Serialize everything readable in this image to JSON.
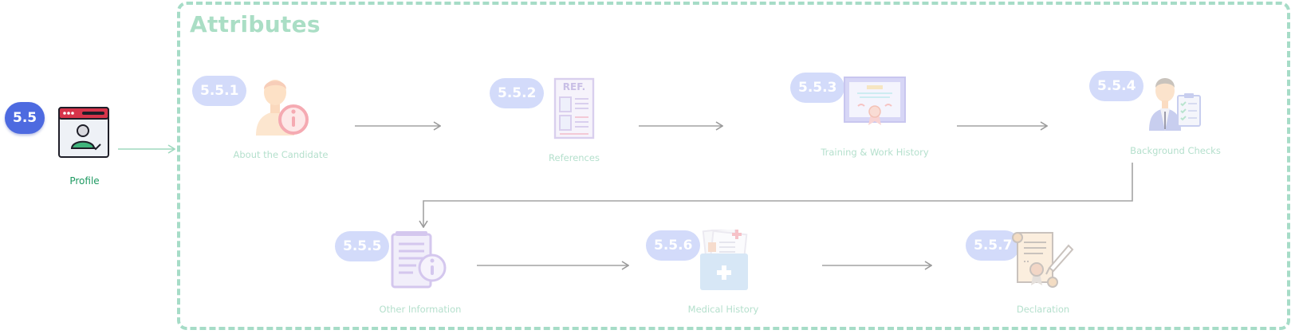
{
  "profile": {
    "badge": "5.5",
    "label": "Profile"
  },
  "attributes_title": "Attributes",
  "steps": [
    {
      "badge": "5.5.1",
      "label": "About the Candidate"
    },
    {
      "badge": "5.5.2",
      "label": "References"
    },
    {
      "badge": "5.5.3",
      "label": "Training & Work History"
    },
    {
      "badge": "5.5.4",
      "label": "Background Checks"
    },
    {
      "badge": "5.5.5",
      "label": "Other Information"
    },
    {
      "badge": "5.5.6",
      "label": "Medical History"
    },
    {
      "badge": "5.5.7",
      "label": "Declaration"
    }
  ],
  "icons": {
    "profile": "profile-window-icon",
    "s1": "person-info-icon",
    "s2": "reference-document-icon",
    "s3": "certificate-icon",
    "s4": "checklist-person-icon",
    "s5": "info-document-icon",
    "s6": "medical-folder-icon",
    "s7": "scroll-quill-icon"
  },
  "colors": {
    "badge_main": "#4d6ae0",
    "badge_faded": "#d3dbfa",
    "frame_dash": "#a6dcc7",
    "label_main": "#1f9a62",
    "label_faded": "#b5e0cd"
  }
}
